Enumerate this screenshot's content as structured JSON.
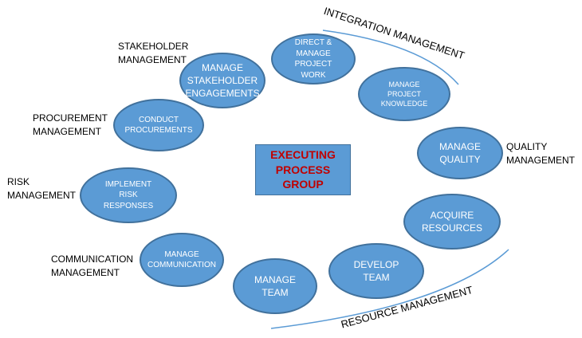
{
  "center": {
    "text": "EXECUTING\nPROCESS\nGROUP"
  },
  "processes": {
    "direct_manage": "DIRECT &\nMANAGE\nPROJECT\nWORK",
    "manage_knowledge": "MANAGE\nPROJECT\nKNOWLEDGE",
    "manage_quality": "MANAGE\nQUALITY",
    "acquire_resources": "ACQUIRE\nRESOURCES",
    "develop_team": "DEVELOP\nTEAM",
    "manage_team": "MANAGE\nTEAM",
    "manage_communication": "MANAGE\nCOMMUNICATION",
    "implement_risk": "IMPLEMENT\nRISK\nRESPONSES",
    "conduct_procurements": "CONDUCT\nPROCUREMENTS",
    "manage_stakeholder": "MANAGE\nSTAKEHOLDER\nENGAGEMENTS"
  },
  "areas": {
    "stakeholder": "STAKEHOLDER\nMANAGEMENT",
    "procurement": "PROCUREMENT\nMANAGEMENT",
    "risk": "RISK\nMANAGEMENT",
    "communication": "COMMUNICATION\nMANAGEMENT",
    "quality": "QUALITY\nMANAGEMENT",
    "integration": "INTEGRATION MANAGEMENT",
    "resource": "RESOURCE MANAGEMENT"
  },
  "colors": {
    "ellipse_fill": "#5b9bd5",
    "ellipse_border": "#41719c",
    "center_text": "#c00000",
    "arc_line": "#5b9bd5"
  }
}
